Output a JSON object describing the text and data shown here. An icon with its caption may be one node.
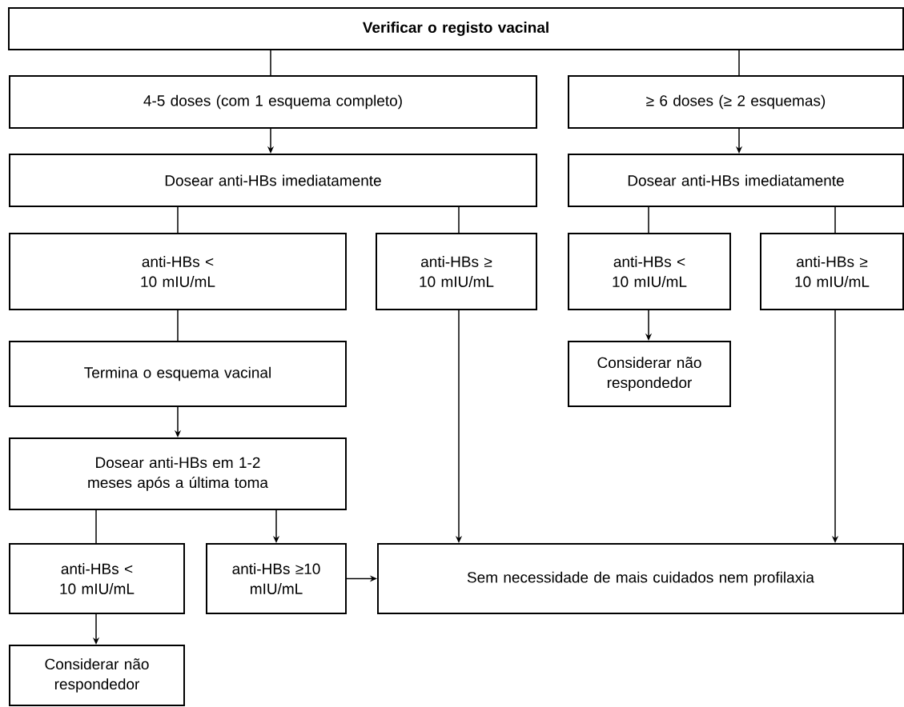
{
  "diagram": {
    "nodes": [
      {
        "text": [
          "Verificar o registo vacinal"
        ]
      },
      {
        "text": [
          "4-5 doses (com 1 esquema completo)"
        ]
      },
      {
        "text": [
          "≥ 6 doses (≥ 2 esquemas)"
        ]
      },
      {
        "text": [
          "Dosear anti-HBs imediatamente"
        ]
      },
      {
        "text": [
          "Dosear anti-HBs imediatamente"
        ]
      },
      {
        "text": [
          "anti-HBs < 10 mIU/mL"
        ]
      },
      {
        "text": [
          "anti-HBs ≥ 10 mIU/mL"
        ]
      },
      {
        "text": [
          "anti-HBs < 10 mIU/mL"
        ]
      },
      {
        "text": [
          "anti-HBs ≥ 10 mIU/mL"
        ]
      },
      {
        "text": [
          "Termina o esquema vacinal"
        ]
      },
      {
        "text": [
          "Considerar não respondedor"
        ]
      },
      {
        "text": [
          "Dosear anti-HBs em 1-2 meses após a última toma"
        ]
      },
      {
        "text": [
          "anti-HBs < 10 mIU/mL"
        ]
      },
      {
        "text": [
          "anti-HBs ≥10 mIU/mL"
        ]
      },
      {
        "text": [
          "Sem necessidade de mais cuidados nem profilaxia"
        ]
      },
      {
        "text": [
          "Considerar não respondedor"
        ]
      }
    ],
    "edges": [
      {
        "from": 0,
        "to": 1,
        "arrow": "none"
      },
      {
        "from": 0,
        "to": 2,
        "arrow": "none"
      },
      {
        "from": 1,
        "to": 3,
        "arrow": "to"
      },
      {
        "from": 2,
        "to": 4,
        "arrow": "to"
      },
      {
        "from": 3,
        "to": 5,
        "arrow": "none"
      },
      {
        "from": 3,
        "to": 6,
        "arrow": "none"
      },
      {
        "from": 4,
        "to": 7,
        "arrow": "none"
      },
      {
        "from": 4,
        "to": 8,
        "arrow": "none"
      },
      {
        "from": 5,
        "to": 9,
        "arrow": "none"
      },
      {
        "from": 7,
        "to": 10,
        "arrow": "to"
      },
      {
        "from": 9,
        "to": 11,
        "arrow": "to"
      },
      {
        "from": 11,
        "to": 12,
        "arrow": "none"
      },
      {
        "from": 11,
        "to": 13,
        "arrow": "to"
      },
      {
        "from": 12,
        "to": 15,
        "arrow": "to"
      },
      {
        "from": 13,
        "to": 14,
        "arrow": "to"
      },
      {
        "from": 6,
        "to": 14,
        "arrow": "to"
      },
      {
        "from": 8,
        "to": 14,
        "arrow": "to"
      }
    ]
  }
}
